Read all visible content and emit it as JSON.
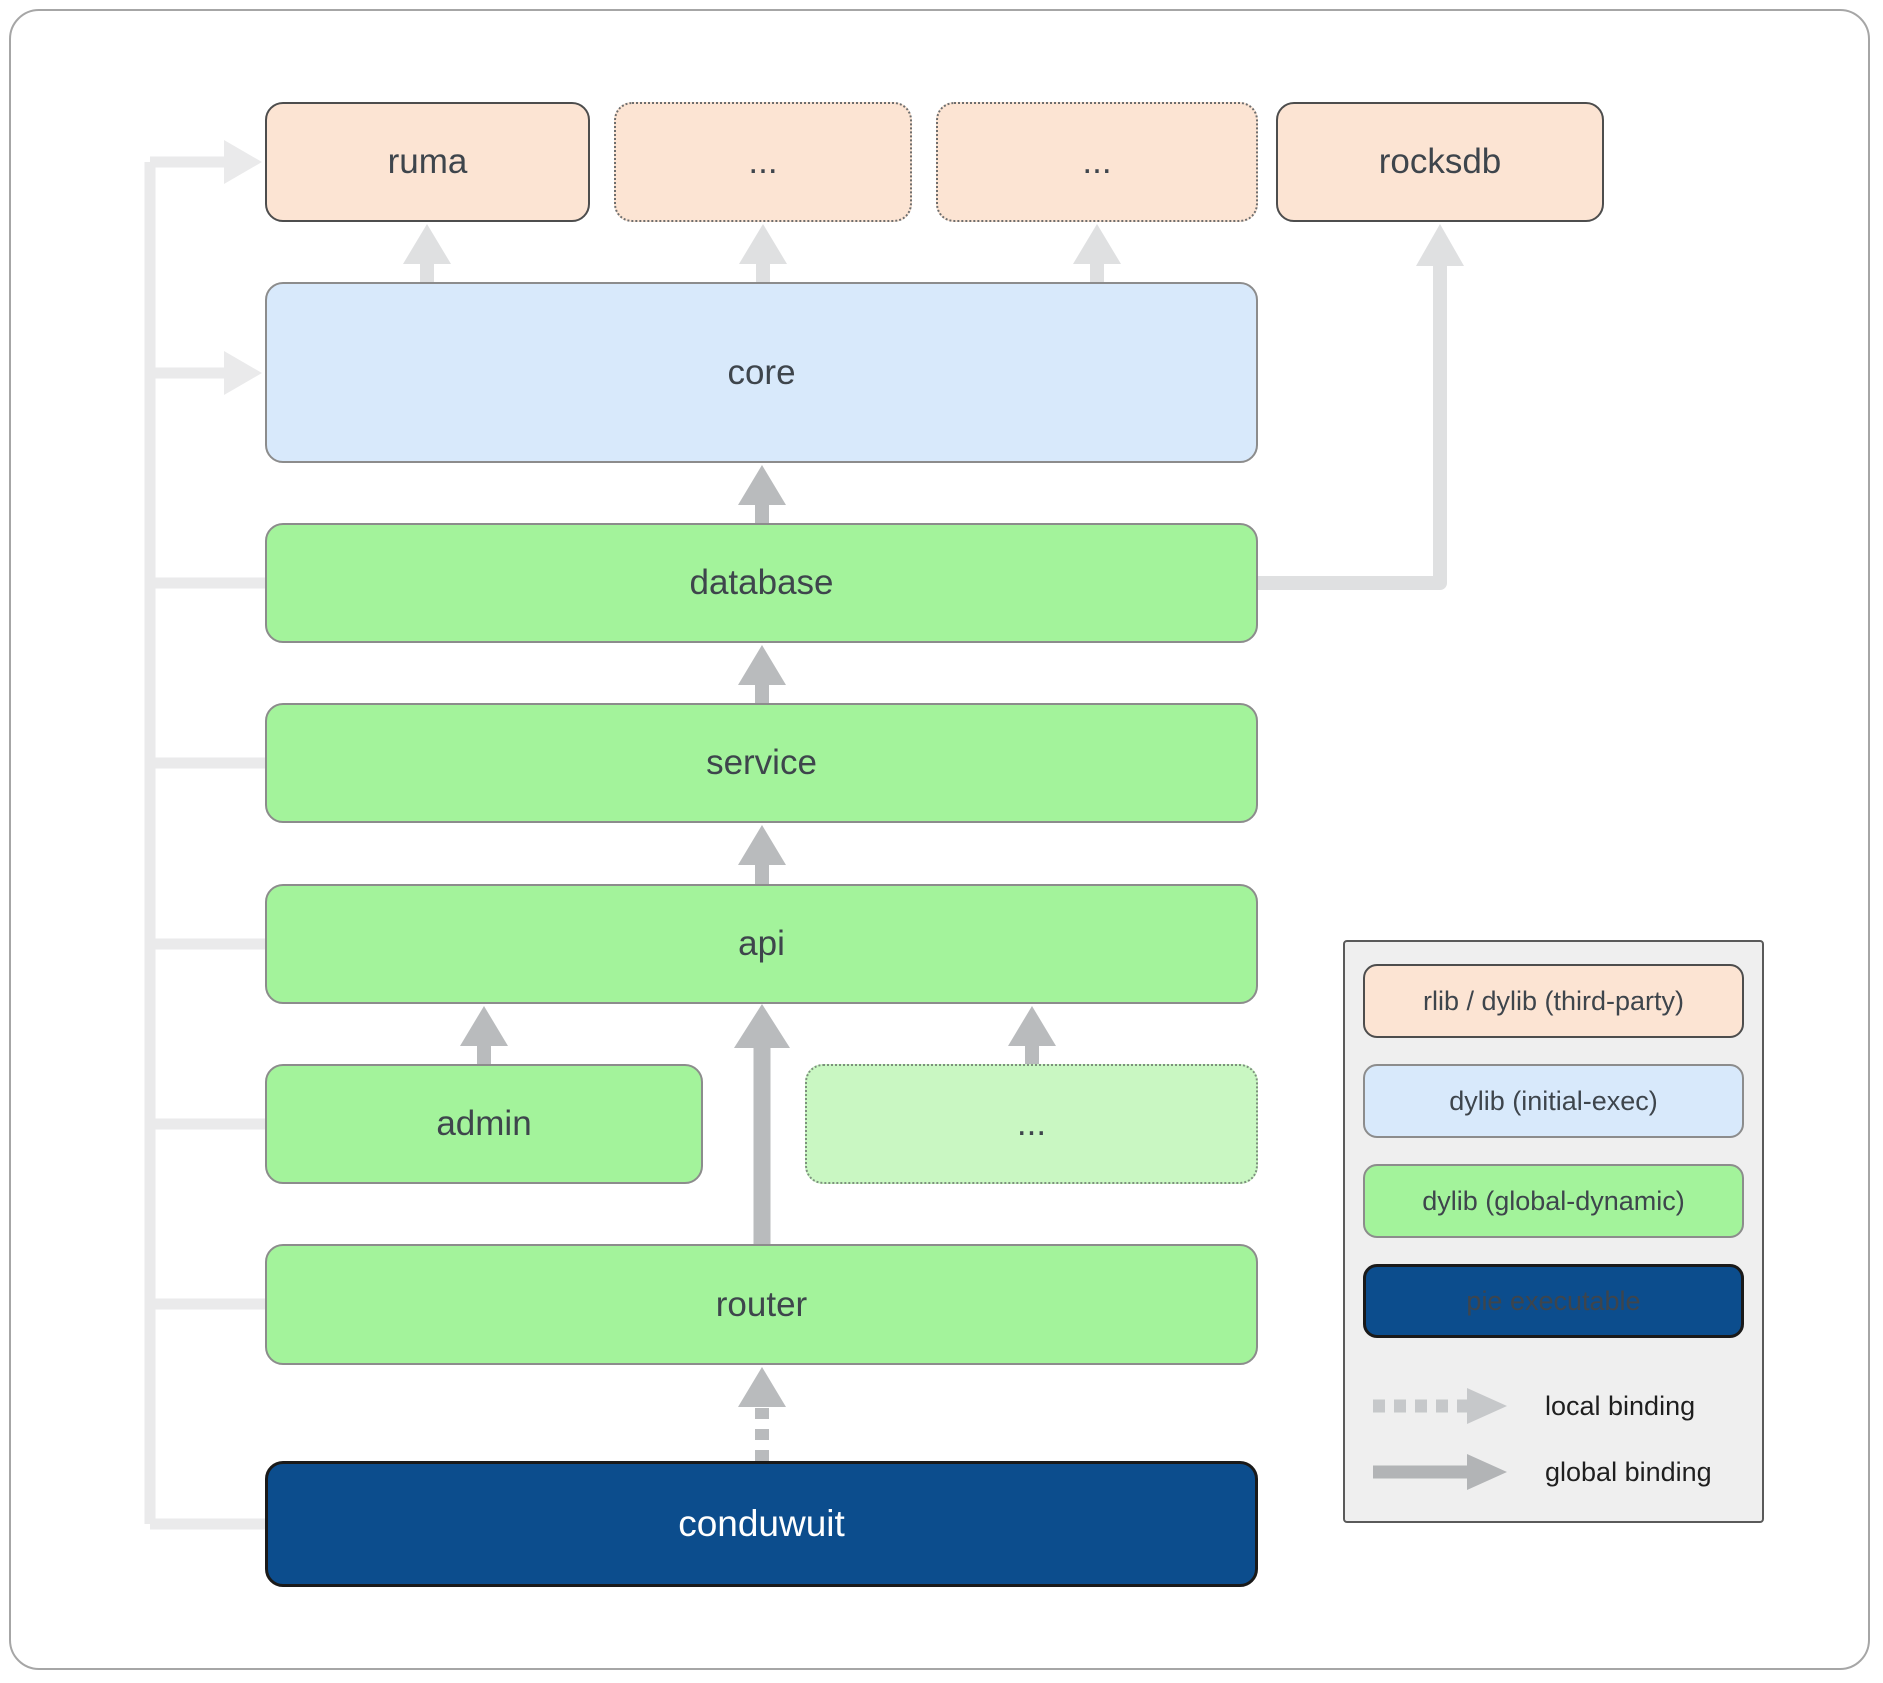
{
  "diagram": {
    "nodes": {
      "ruma": "ruma",
      "dots_top_left": "...",
      "dots_top_right": "...",
      "rocksdb": "rocksdb",
      "core": "core",
      "database": "database",
      "service": "service",
      "api": "api",
      "admin": "admin",
      "dots_workers": "...",
      "router": "router",
      "conduwuit": "conduwuit"
    },
    "edges": [
      {
        "from": "conduwuit",
        "to": "router",
        "binding": "local"
      },
      {
        "from": "router",
        "to": "api",
        "binding": "global"
      },
      {
        "from": "admin",
        "to": "api",
        "binding": "global"
      },
      {
        "from": "dots_workers",
        "to": "api",
        "binding": "global"
      },
      {
        "from": "api",
        "to": "service",
        "binding": "global"
      },
      {
        "from": "service",
        "to": "database",
        "binding": "global"
      },
      {
        "from": "database",
        "to": "core",
        "binding": "global"
      },
      {
        "from": "database",
        "to": "rocksdb",
        "binding": "global"
      },
      {
        "from": "core",
        "to": "ruma",
        "binding": "global"
      },
      {
        "from": "core",
        "to": "dots_top_left",
        "binding": "global"
      },
      {
        "from": "core",
        "to": "dots_top_right",
        "binding": "global"
      },
      {
        "from": "conduwuit",
        "to": "ruma",
        "binding": "global"
      },
      {
        "from": "conduwuit",
        "to": "core",
        "binding": "global"
      },
      {
        "from": "conduwuit",
        "to": "database",
        "binding": "global"
      },
      {
        "from": "conduwuit",
        "to": "service",
        "binding": "global"
      },
      {
        "from": "conduwuit",
        "to": "api",
        "binding": "global"
      },
      {
        "from": "conduwuit",
        "to": "admin",
        "binding": "global"
      },
      {
        "from": "conduwuit",
        "to": "router",
        "binding": "global"
      }
    ],
    "colors": {
      "third_party": "#fce4d3",
      "initial_exec": "#d8e9fb",
      "global_dynamic": "#a3f39b",
      "global_dynamic_muted": "#c9f7c2",
      "pie_executable": "#0c4d8d",
      "arrow_strong": "#b9bbbd",
      "arrow_light": "#dfe0e1",
      "trunk": "#eaeaeb",
      "legend_bg": "#efefef"
    }
  },
  "legend": {
    "items": [
      {
        "label": "rlib / dylib (third-party)",
        "kind": "third-party"
      },
      {
        "label": "dylib (initial-exec)",
        "kind": "initial-exec"
      },
      {
        "label": "dylib (global-dynamic)",
        "kind": "global-dynamic"
      },
      {
        "label": "pie executable",
        "kind": "pie-executable"
      }
    ],
    "bindings": [
      {
        "label": "local binding"
      },
      {
        "label": "global binding"
      }
    ]
  }
}
